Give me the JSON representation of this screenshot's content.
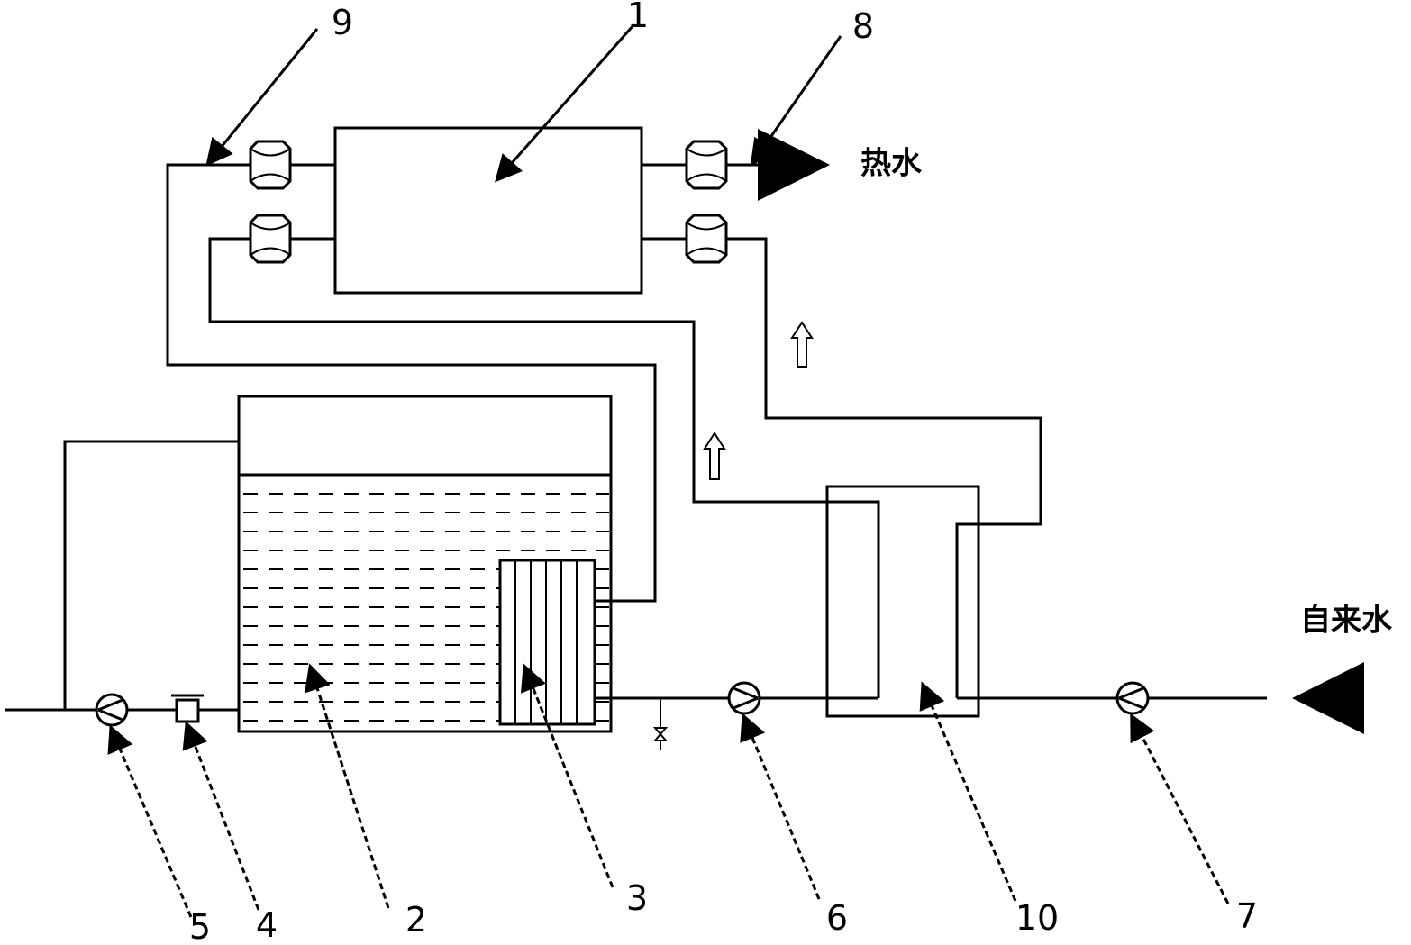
{
  "labels": {
    "hot_water": "热水",
    "tap_water": "自来水"
  },
  "callouts": {
    "c1": "1",
    "c2": "2",
    "c3": "3",
    "c4": "4",
    "c5": "5",
    "c6": "6",
    "c7": "7",
    "c8": "8",
    "c9": "9",
    "c10": "10"
  }
}
